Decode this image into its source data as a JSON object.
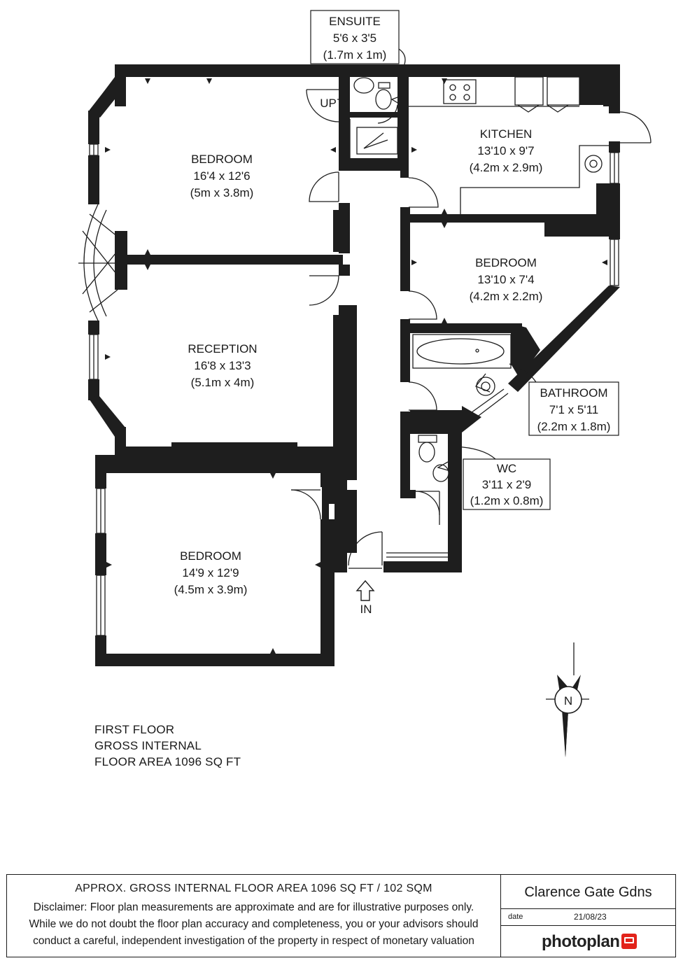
{
  "rooms": {
    "ensuite": {
      "name": "ENSUITE",
      "dims_imperial": "5'6 x 3'5",
      "dims_metric": "(1.7m x 1m)"
    },
    "bedroom1": {
      "name": "BEDROOM",
      "dims_imperial": "16'4 x 12'6",
      "dims_metric": "(5m x 3.8m)"
    },
    "kitchen": {
      "name": "KITCHEN",
      "dims_imperial": "13'10 x 9'7",
      "dims_metric": "(4.2m x 2.9m)"
    },
    "bedroom2": {
      "name": "BEDROOM",
      "dims_imperial": "13'10 x 7'4",
      "dims_metric": "(4.2m x 2.2m)"
    },
    "reception": {
      "name": "RECEPTION",
      "dims_imperial": "16'8 x 13'3",
      "dims_metric": "(5.1m x 4m)"
    },
    "bathroom": {
      "name": "BATHROOM",
      "dims_imperial": "7'1 x 5'11",
      "dims_metric": "(2.2m x 1.8m)"
    },
    "wc": {
      "name": "WC",
      "dims_imperial": "3'11 x 2'9",
      "dims_metric": "(1.2m x 0.8m)"
    },
    "bedroom3": {
      "name": "BEDROOM",
      "dims_imperial": "14'9 x 12'9",
      "dims_metric": "(4.5m x 3.9m)"
    }
  },
  "markers": {
    "up": "UP",
    "entrance": "IN",
    "north": "N"
  },
  "floor_info": {
    "line1": "FIRST FLOOR",
    "line2": "GROSS INTERNAL",
    "line3": "FLOOR AREA 1096 SQ FT"
  },
  "footer": {
    "approx_area": "APPROX. GROSS INTERNAL FLOOR AREA 1096 SQ FT / 102 SQM",
    "disclaimer_line1": "Disclaimer: Floor plan measurements are approximate and are for illustrative purposes only.",
    "disclaimer_line2": "While we do not doubt the floor plan accuracy and completeness, you or your advisors should",
    "disclaimer_line3": "conduct a careful, independent investigation of the property in respect of monetary valuation",
    "address": "Clarence Gate Gdns",
    "date_label": "date",
    "date_value": "21/08/23",
    "brand": "photoplan"
  },
  "icons": {
    "compass": "north-compass-icon",
    "brand_logo": "photoplan-logo-icon"
  },
  "colors": {
    "wall": "#1e1e1e",
    "brand_red": "#e2231a"
  }
}
